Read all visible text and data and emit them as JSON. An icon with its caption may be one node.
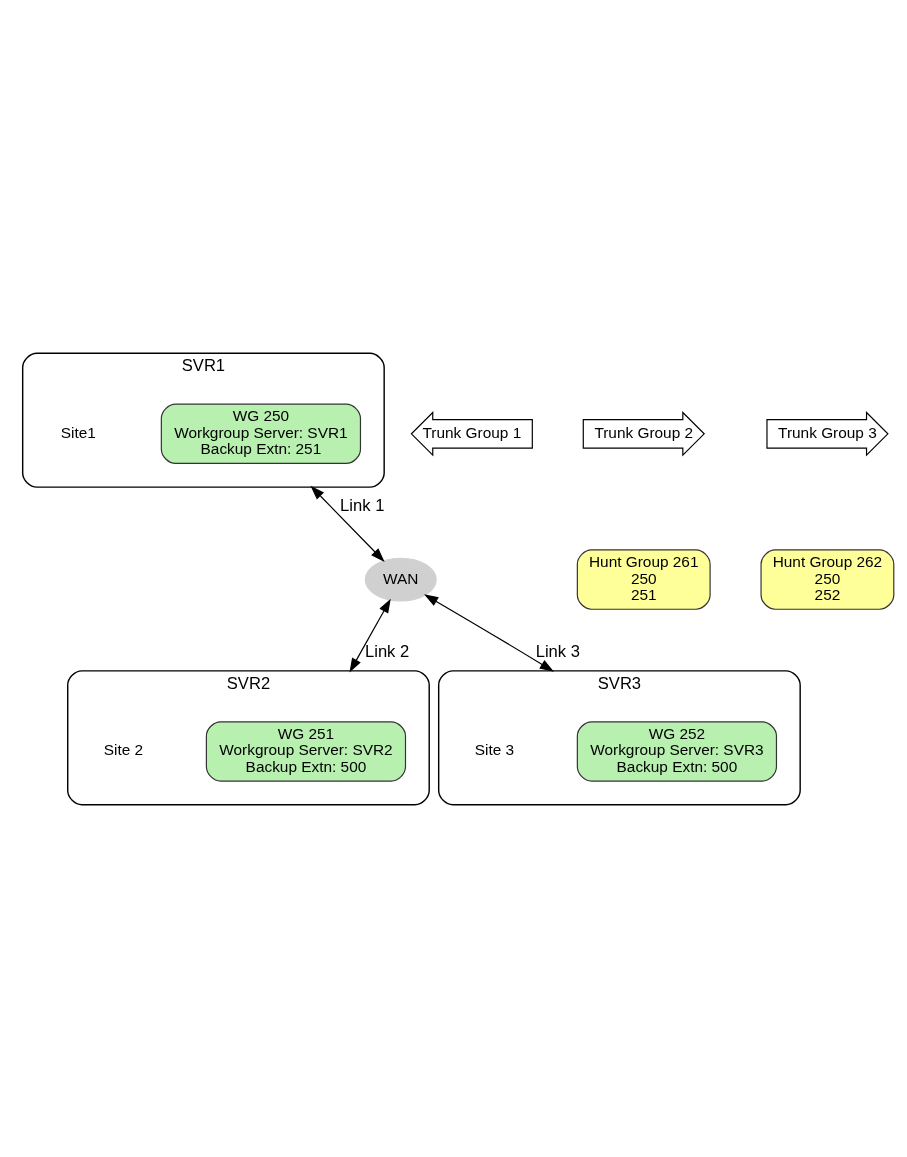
{
  "diagram": {
    "nodes": [
      {
        "text": [
          "SVR1"
        ],
        "beside": [
          "Site1"
        ]
      },
      {
        "text": [
          "WG 250",
          "Workgroup Server: SVR1",
          "Backup Extn: 251"
        ],
        "in": 0
      },
      {
        "text": [
          "WAN"
        ]
      },
      {
        "text": [
          "SVR2"
        ],
        "beside": [
          "Site 2"
        ]
      },
      {
        "text": [
          "WG 251",
          "Workgroup Server: SVR2",
          "Backup Extn: 500"
        ],
        "in": 3
      },
      {
        "text": [
          "SVR3"
        ],
        "beside": [
          "Site 3"
        ]
      },
      {
        "text": [
          "WG 252",
          "Workgroup Server: SVR3",
          "Backup Extn: 500"
        ],
        "in": 5
      },
      {
        "text": [
          "Trunk Group 1"
        ]
      },
      {
        "text": [
          "Trunk Group 2"
        ]
      },
      {
        "text": [
          "Hunt Group 261",
          "250",
          "251"
        ]
      },
      {
        "text": [
          "Trunk Group 3"
        ]
      },
      {
        "text": [
          "Hunt Group 262",
          "250",
          "252"
        ]
      }
    ],
    "edges": [
      {
        "from": 0,
        "to": 2,
        "arrow": "both",
        "label": "Link 1"
      },
      {
        "from": 2,
        "to": 3,
        "arrow": "both",
        "label": "Link 2"
      },
      {
        "from": 2,
        "to": 5,
        "arrow": "both",
        "label": "Link 3"
      }
    ]
  }
}
